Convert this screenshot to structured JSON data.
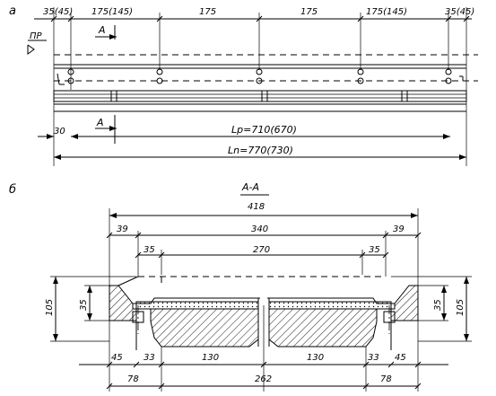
{
  "panel_a": {
    "label": "а",
    "dims_top": {
      "end_left": "35(45)",
      "bay_1": "175(145)",
      "bay_2": "175",
      "bay_3": "175",
      "bay_4": "175(145)",
      "end_right": "35(45)"
    },
    "marker": "ПР",
    "section_mark": "А",
    "left_offset": "30",
    "calc_span": "Lp=710(670)",
    "full_length": "Ln=770(730)"
  },
  "panel_b": {
    "label": "б",
    "section_title": "А-А",
    "overall_width": "418",
    "dims": {
      "left_39": "39",
      "width_340": "340",
      "right_39": "39",
      "left_35": "35",
      "width_270": "270",
      "right_35": "35",
      "height_left_105": "105",
      "height_left_35": "35",
      "height_right_35": "35",
      "height_right_105": "105",
      "b_45_left": "45",
      "b_33_left": "33",
      "b_130_left": "130",
      "b_130_right": "130",
      "b_33_right": "33",
      "b_45_right": "45",
      "b_78_left": "78",
      "b_262": "262",
      "b_78_right": "78"
    }
  }
}
